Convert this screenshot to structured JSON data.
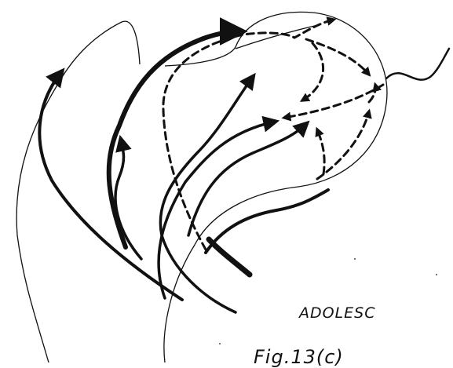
{
  "figure": {
    "stage_label": "ADOLESC",
    "fig_label": "Fig.13(c)",
    "ink_color": "#111111",
    "line_styles": {
      "trabecular_lines": "solid",
      "epiphyseal_lines": "dashed"
    },
    "arrow_heads": "filled triangles"
  }
}
